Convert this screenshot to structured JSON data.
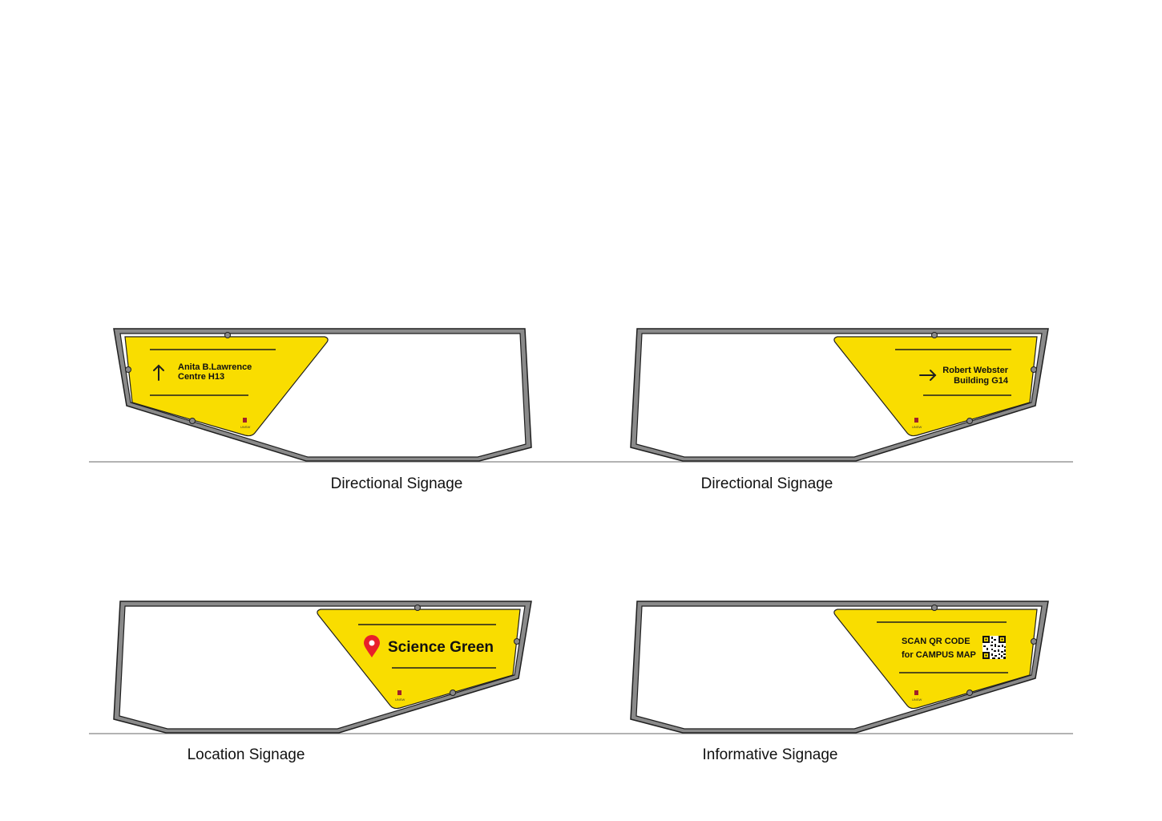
{
  "colors": {
    "background": "#ffffff",
    "panel_yellow": "#f9dd00",
    "frame_grey": "#8a8a8a",
    "frame_dark": "#1f1f1f",
    "ground_line": "#9a9a9a",
    "pin_red": "#e8202a",
    "text": "#111111"
  },
  "signs": [
    {
      "caption": "Directional Signage",
      "type": "directional",
      "icon": "arrow-up-icon",
      "lines": [
        "Anita B.Lawrence",
        "Centre H13"
      ],
      "logo": "UNSW"
    },
    {
      "caption": "Directional Signage",
      "type": "directional",
      "icon": "arrow-right-icon",
      "lines": [
        "Robert Webster",
        "Building G14"
      ],
      "logo": "UNSW"
    },
    {
      "caption": "Location Signage",
      "type": "location",
      "icon": "map-pin-icon",
      "lines": [
        "Science Green"
      ],
      "logo": "UNSW"
    },
    {
      "caption": "Informative Signage",
      "type": "informative",
      "icon": "qr-code-icon",
      "lines": [
        "SCAN QR CODE",
        "for CAMPUS MAP"
      ],
      "logo": "UNSW"
    }
  ]
}
